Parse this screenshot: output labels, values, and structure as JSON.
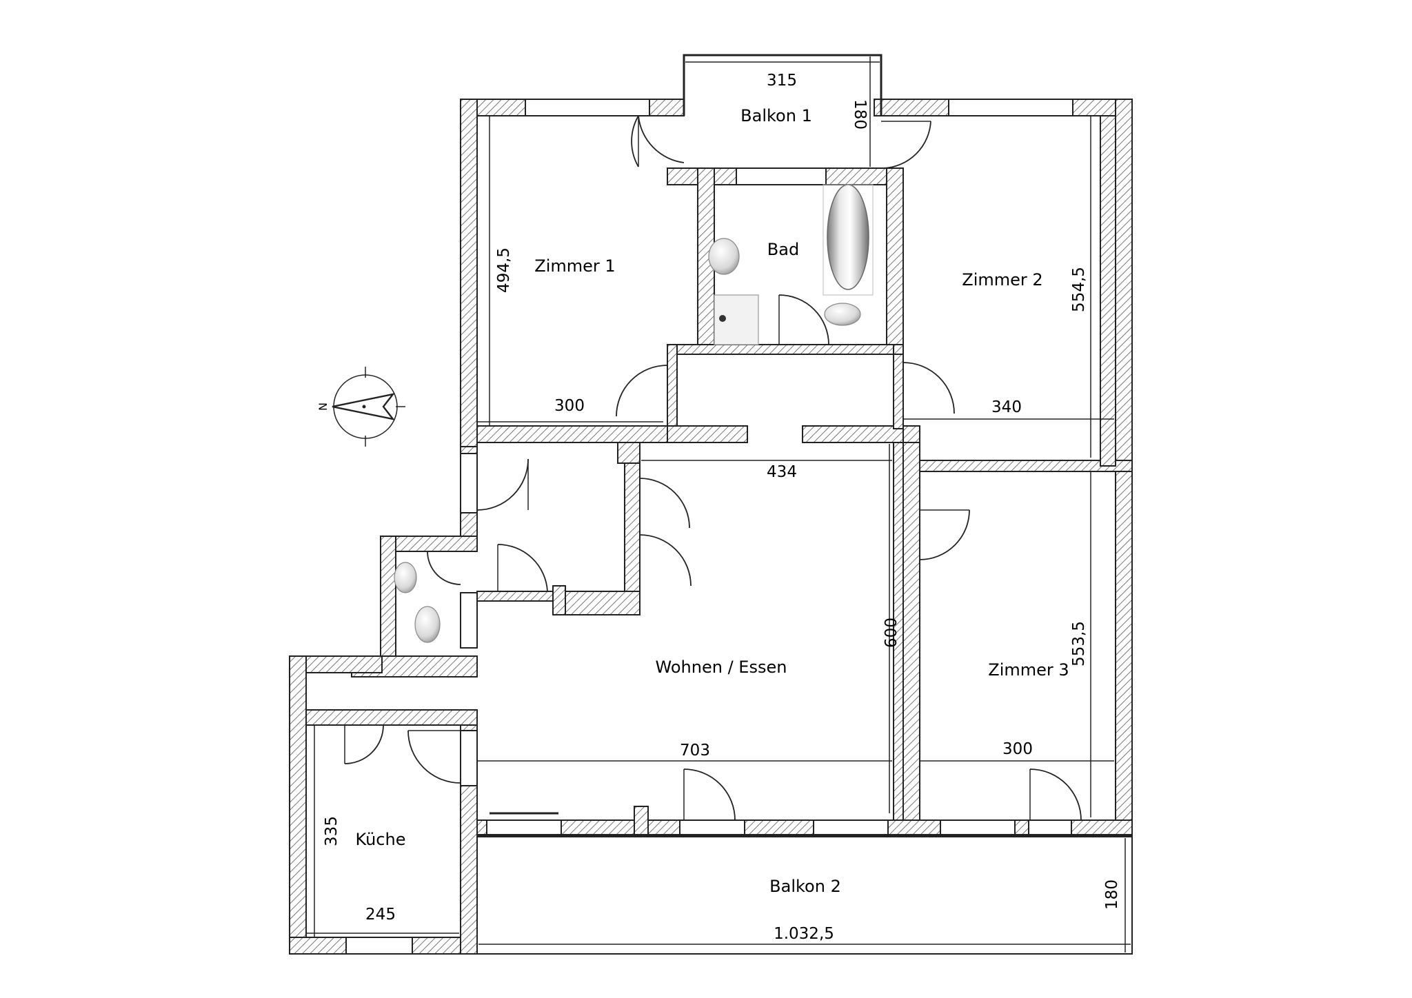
{
  "rooms": {
    "balkon1": "Balkon 1",
    "balkon2": "Balkon 2",
    "bad": "Bad",
    "zimmer1": "Zimmer 1",
    "zimmer2": "Zimmer 2",
    "zimmer3": "Zimmer 3",
    "wohnen": "Wohnen / Essen",
    "kueche": "Küche"
  },
  "dimensions": {
    "balkon1_width": "315",
    "balkon1_depth": "180",
    "zimmer1_height": "494,5",
    "zimmer1_width": "300",
    "zimmer2_height": "554,5",
    "zimmer2_width": "340",
    "wohnen_width_top": "434",
    "wohnen_height": "600",
    "wohnen_width": "703",
    "zimmer3_height": "553,5",
    "zimmer3_width": "300",
    "kueche_height": "335",
    "kueche_width": "245",
    "balkon2_depth": "180",
    "total_width": "1.032,5"
  },
  "compass": {
    "north_letter": "N"
  }
}
